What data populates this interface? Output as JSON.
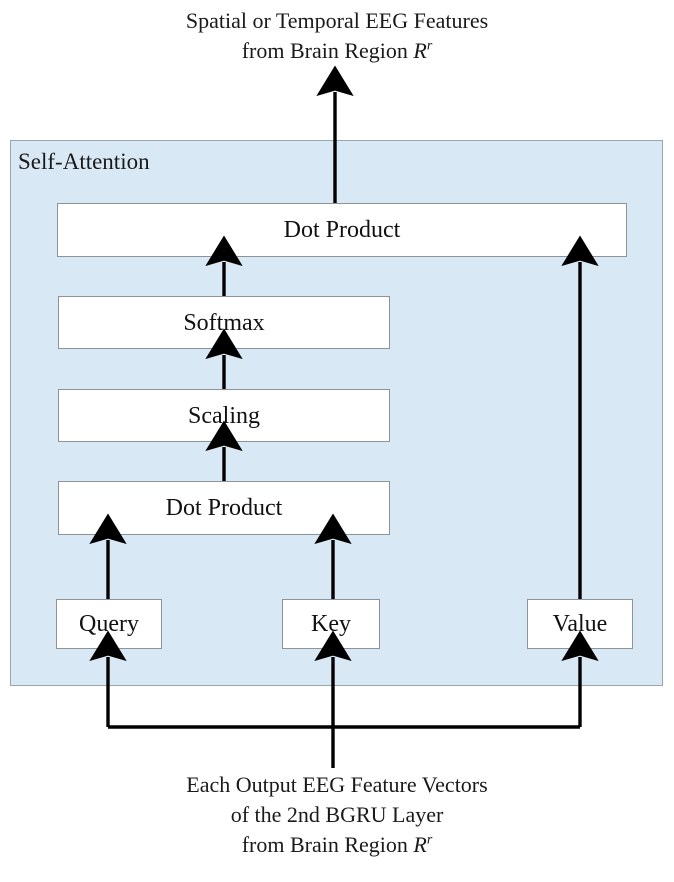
{
  "diagram": {
    "title_top": {
      "line1": "Spatial or Temporal EEG Features",
      "line2_prefix": "from Brain Region ",
      "line2_symbol": "R",
      "line2_superscript": "r"
    },
    "title_bottom": {
      "line1": "Each Output EEG Feature Vectors",
      "line2": "of the 2nd BGRU Layer",
      "line3_prefix": "from Brain Region ",
      "line3_symbol": "R",
      "line3_superscript": "r"
    },
    "container": {
      "label": "Self-Attention",
      "fill_color": "#d9e8f5",
      "border_color": "#9aa6ad"
    },
    "nodes": [
      {
        "id": "dot-product-top",
        "label": "Dot Product"
      },
      {
        "id": "softmax",
        "label": "Softmax"
      },
      {
        "id": "scaling",
        "label": "Scaling"
      },
      {
        "id": "dot-product-bottom",
        "label": "Dot Product"
      },
      {
        "id": "query",
        "label": "Query"
      },
      {
        "id": "key",
        "label": "Key"
      },
      {
        "id": "value",
        "label": "Value"
      }
    ],
    "edges": [
      {
        "from": "dot-product-top",
        "to": "output",
        "direction": "up"
      },
      {
        "from": "softmax",
        "to": "dot-product-top",
        "direction": "up"
      },
      {
        "from": "scaling",
        "to": "softmax",
        "direction": "up"
      },
      {
        "from": "dot-product-bottom",
        "to": "scaling",
        "direction": "up"
      },
      {
        "from": "query",
        "to": "dot-product-bottom",
        "direction": "up"
      },
      {
        "from": "key",
        "to": "dot-product-bottom",
        "direction": "up"
      },
      {
        "from": "value",
        "to": "dot-product-top",
        "direction": "up"
      },
      {
        "from": "input-bus",
        "to": "query",
        "direction": "up"
      },
      {
        "from": "input-bus",
        "to": "key",
        "direction": "up"
      },
      {
        "from": "input-bus",
        "to": "value",
        "direction": "up"
      }
    ],
    "arrow_color": "#000000"
  }
}
